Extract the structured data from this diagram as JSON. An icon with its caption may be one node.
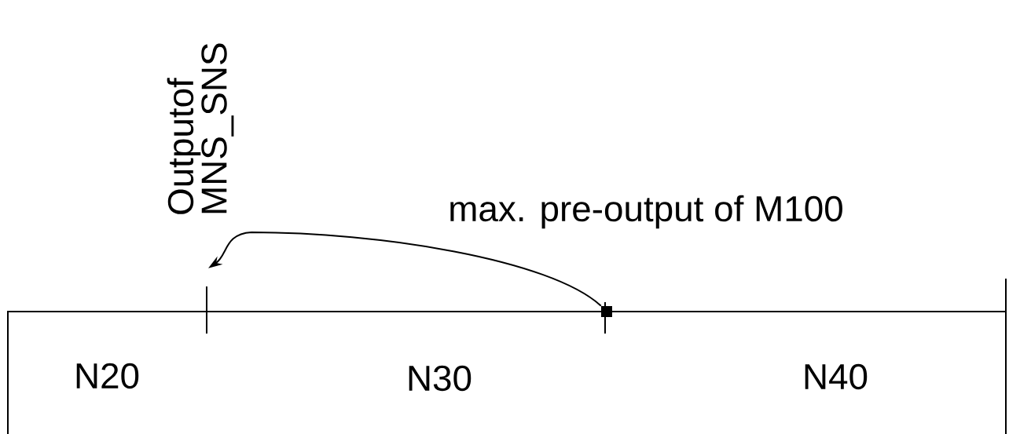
{
  "diagram": {
    "nodes": [
      {
        "text": [],
        "shape": "box"
      },
      {
        "text": [],
        "shape": "bar"
      }
    ],
    "edges": [
      {
        "from": 0,
        "to": 1,
        "arrow": "to",
        "label": "max. pre-output of M100"
      }
    ],
    "labels": [
      "Outputof MNS_SNS",
      "N20",
      "N30",
      "N40"
    ]
  }
}
